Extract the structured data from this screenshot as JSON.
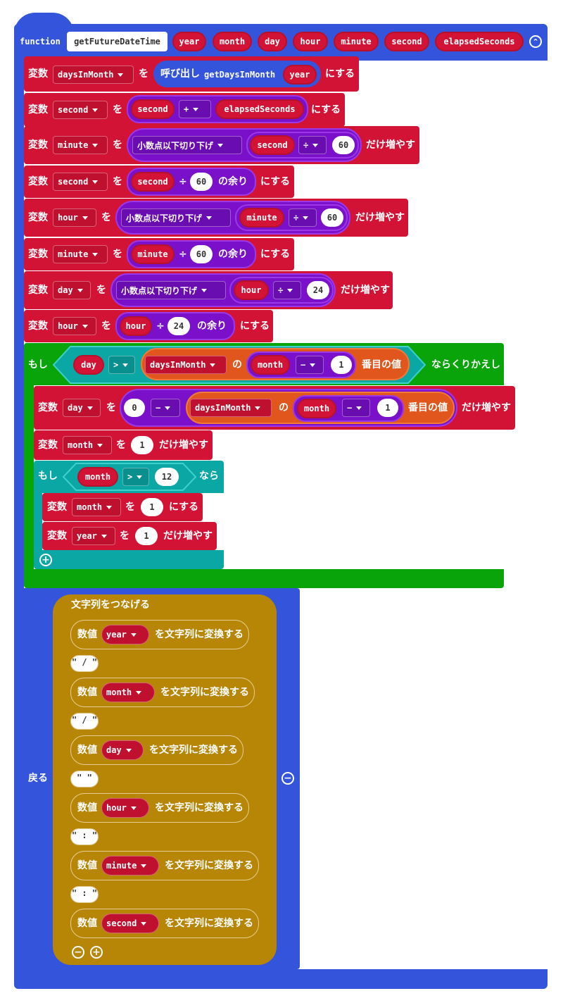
{
  "function": {
    "keyword": "function",
    "name": "getFutureDateTime",
    "params": [
      "year",
      "month",
      "day",
      "hour",
      "minute",
      "second",
      "elapsedSeconds"
    ],
    "collapse_icon": "chevron-up-circle-icon"
  },
  "labels": {
    "var": "変数",
    "wo": "を",
    "set_to": "にする",
    "increase": "だけ増やす",
    "call": "呼び出し",
    "floor": "小数点以下切り下げ",
    "remainder": "の余り",
    "no": "の",
    "nth": "番目の値",
    "if": "もし",
    "while_then": "ならくりかえし",
    "then": "なら",
    "return": "戻る",
    "join": "文字列をつなげる",
    "num": "数値",
    "to_string": "を文字列に変換する"
  },
  "ops": {
    "plus": "+",
    "minus": "−",
    "div": "÷",
    "gt": ">"
  },
  "nums": {
    "n60": "60",
    "n24": "24",
    "n12": "12",
    "n1": "1",
    "n0": "0"
  },
  "vars": {
    "daysInMonth": "daysInMonth",
    "second": "second",
    "minute": "minute",
    "hour": "hour",
    "day": "day",
    "month": "month",
    "year": "year",
    "elapsedSeconds": "elapsedSeconds",
    "getDaysInMonth": "getDaysInMonth"
  },
  "strings": {
    "slash": "\" / \"",
    "space": "\"   \"",
    "colon": "\" : \""
  },
  "colors": {
    "function": "#3455db",
    "variable": "#d31336",
    "math": "#7a10c9",
    "array": "#e0561d",
    "loop": "#08a40a",
    "logic": "#0aa7a5",
    "text": "#b78607"
  }
}
